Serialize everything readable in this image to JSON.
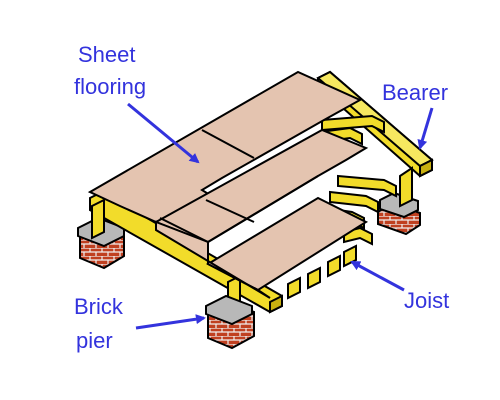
{
  "labels": {
    "sheet_line1": "Sheet",
    "sheet_line2": "flooring",
    "bearer": "Bearer",
    "joist": "Joist",
    "brick_line1": "Brick",
    "brick_line2": "pier"
  },
  "colors": {
    "label": "#3333dd",
    "timber": "#f2dc2a",
    "timber_shadow": "#c8b010",
    "sheet": "#e4c4b0",
    "brick": "#c04020",
    "mortar": "#f0f0f0",
    "cap": "#b8b8b8",
    "outline": "#000000"
  }
}
